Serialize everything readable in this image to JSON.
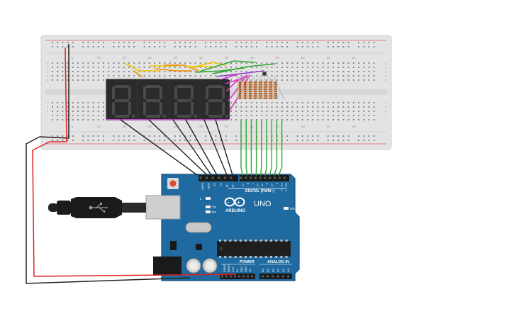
{
  "breadboard": {
    "column_numbers": [
      "5",
      "10",
      "15",
      "20",
      "25",
      "30",
      "35",
      "40",
      "45",
      "50",
      "55",
      "60"
    ],
    "row_letters": [
      "a",
      "b",
      "c",
      "d",
      "e",
      "f",
      "g",
      "h",
      "i",
      "j"
    ]
  },
  "display": {
    "digits": [
      "8.",
      "8.",
      "8.",
      "8."
    ],
    "segment_color": "#4a4a4a",
    "body_color": "#2b2b2b"
  },
  "arduino": {
    "brand": "ARDUINO",
    "model": "UNO",
    "digital_label": "DIGITAL (PWM~)",
    "power_label": "POWER",
    "analog_label": "ANALOG IN",
    "on_label": "ON",
    "l_label": "L",
    "tx_label": "TX",
    "rx_label": "RX",
    "top_header_labels": [
      "AREF",
      "GND",
      "13",
      "12",
      "~11",
      "~10",
      "~9",
      "8",
      "7",
      "~6",
      "~5",
      "4",
      "~3",
      "2",
      "TX→1",
      "RX←0"
    ],
    "power_pin_labels": [
      "IOREF",
      "RESET",
      "3.3V",
      "5V",
      "GND",
      "GND",
      "Vin"
    ],
    "analog_pin_labels": [
      "A0",
      "A1",
      "A2",
      "A3",
      "A4",
      "A5"
    ]
  },
  "colors": {
    "board_blue": "#1f6aa0",
    "breadboard": "#e3e3e3",
    "wire_red": "#e02020",
    "wire_black": "#222222",
    "wire_green": "#2fa82f",
    "wire_yellow": "#f2c200",
    "wire_orange": "#f08a00",
    "wire_purple": "#8a3fc9",
    "wire_magenta": "#d633c4"
  }
}
